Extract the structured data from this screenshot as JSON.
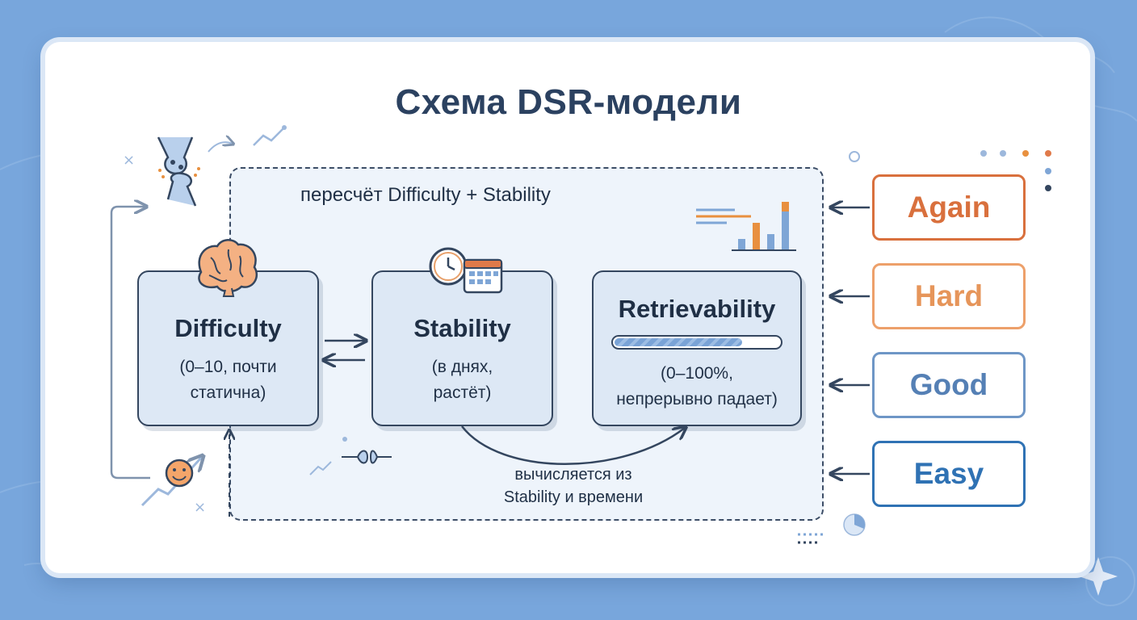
{
  "title": "Схема DSR-модели",
  "loop_label": "пересчёт Difficulty + Stability",
  "nodes": {
    "difficulty": {
      "title": "Difficulty",
      "line1": "(0–10, почти",
      "line2": "статична)"
    },
    "stability": {
      "title": "Stability",
      "line1": "(в днях,",
      "line2": "растёт)"
    },
    "retrievability": {
      "title": "Retrievability",
      "line1": "(0–100%,",
      "line2": "непрерывно падает)",
      "bar_level": 0.78
    }
  },
  "under_label": {
    "line1": "вычисляется из",
    "line2": "Stability и времени"
  },
  "ratings": [
    {
      "label": "Again",
      "color": "#d9703d"
    },
    {
      "label": "Hard",
      "color": "#eda06a"
    },
    {
      "label": "Good",
      "color": "#6e96c6"
    },
    {
      "label": "Easy",
      "color": "#2f72b4"
    }
  ],
  "icons": [
    "brain-icon",
    "clock-calendar-icon",
    "synapse-icon",
    "bar-chart-icon",
    "smiley-icon",
    "pie-chart-icon"
  ],
  "colors": {
    "background": "#78a6dc",
    "node_fill": "#dde8f5",
    "node_border": "#34465f",
    "title": "#2b4160"
  }
}
